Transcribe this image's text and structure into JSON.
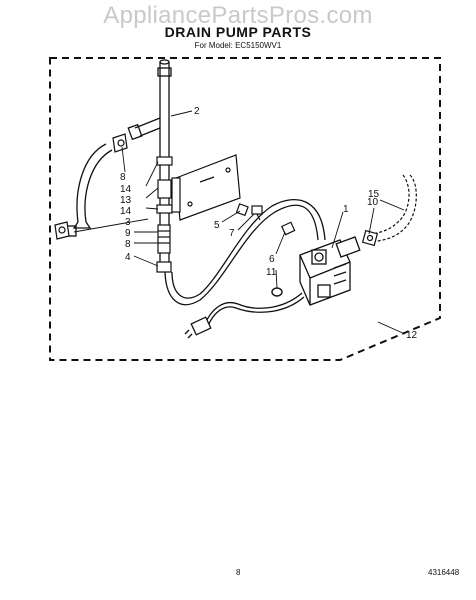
{
  "watermark": "AppliancePartsPros.com",
  "title": "DRAIN PUMP PARTS",
  "subtitle": "For Model: EC5150WV1",
  "page_number": "8",
  "doc_number": "4316448",
  "callouts": {
    "c1": "1",
    "c2": "2",
    "c3": "3",
    "c4": "4",
    "c5": "5",
    "c6": "6",
    "c7": "7",
    "c8a": "8",
    "c8b": "8",
    "c9": "9",
    "c10": "10",
    "c11": "11",
    "c12": "12",
    "c13": "13",
    "c14a": "14",
    "c14b": "14",
    "c15": "15"
  }
}
